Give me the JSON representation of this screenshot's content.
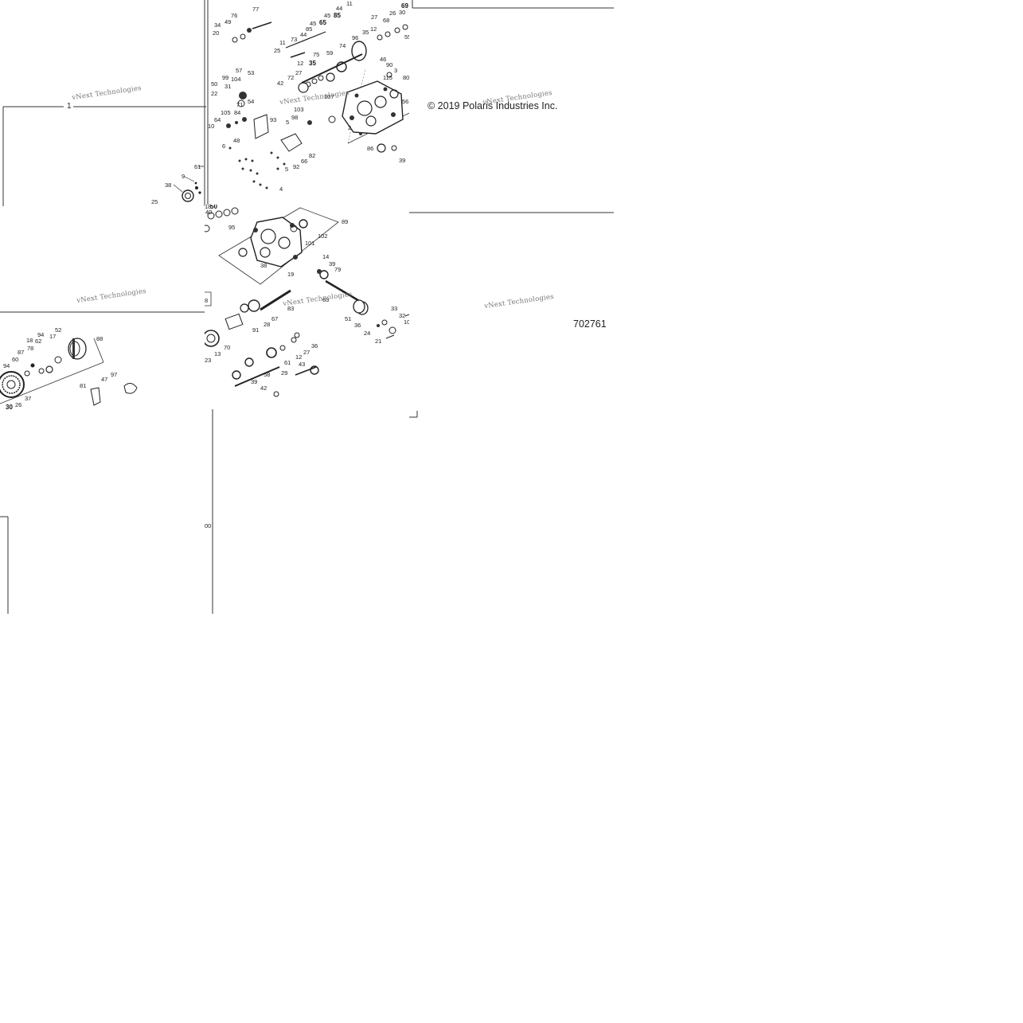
{
  "copyright": "© 2019 Polaris Industries Inc.",
  "figure_number": "702761",
  "watermark": "vNext Technologies",
  "ref_top_left": "1",
  "tile_labels": {
    "tl": [
      "61",
      "9",
      "38",
      "25"
    ],
    "bl": [
      "18",
      "94",
      "52",
      "17",
      "62",
      "78",
      "87",
      "60",
      "94",
      "88",
      "97",
      "47",
      "81",
      "37",
      "26",
      "30"
    ],
    "tm": [
      "77",
      "76",
      "34",
      "49",
      "20",
      "11",
      "25",
      "73",
      "44",
      "85",
      "45",
      "65",
      "45",
      "85",
      "44",
      "11",
      "12",
      "35",
      "75",
      "59",
      "74",
      "96",
      "35",
      "12",
      "27",
      "68",
      "26",
      "30",
      "69",
      "55",
      "46",
      "90",
      "3",
      "80",
      "115",
      "56",
      "42",
      "72",
      "27",
      "50",
      "99",
      "57",
      "53",
      "104",
      "31",
      "22",
      "54",
      "71",
      "84",
      "105",
      "64",
      "10",
      "93",
      "48",
      "6",
      "5",
      "98",
      "103",
      "107",
      "82",
      "66",
      "92",
      "5",
      "4",
      "2",
      "86",
      "39"
    ],
    "bm": [
      "40",
      "50",
      "95",
      "89",
      "102",
      "101",
      "38",
      "19",
      "14",
      "39",
      "79",
      "8",
      "63",
      "83",
      "28",
      "67",
      "91",
      "70",
      "13",
      "23",
      "33",
      "32",
      "51",
      "36",
      "24",
      "21",
      "10",
      "36",
      "27",
      "12",
      "61",
      "58",
      "43",
      "29",
      "39",
      "42",
      "18"
    ],
    "partial": "00"
  }
}
